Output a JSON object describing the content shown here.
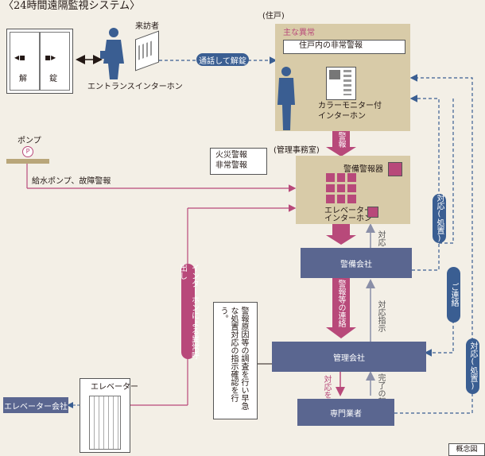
{
  "title": "〈24時間遠隔監視システム〉",
  "entrance": {
    "door_left": "解",
    "door_right": "錠",
    "visitor_label": "来訪者",
    "intercom_label": "エントランスインターホン",
    "call_pill": "通話して解錠"
  },
  "residence": {
    "label": "(住戸)",
    "main_alarm_label": "主な異常",
    "alarm_box": "住戸内の非常警報",
    "monitor_line1": "カラーモニター付",
    "monitor_line2": "インターホン"
  },
  "arrow_alarm": "警報",
  "management_room": {
    "label": "(管理事務室)",
    "callout_line1": "火災警報",
    "callout_line2": "非常警報",
    "security_alarm": "警備警報器",
    "elevator_line1": "エレベーター",
    "elevator_line2": "インターホン"
  },
  "pump": {
    "label": "ポンプ",
    "symbol": "P",
    "alarm": "給水ポンプ、故障警報"
  },
  "intercom_call_pill": "インターホンによる異常呼出し",
  "security_company": "警備会社",
  "response_small": "対応",
  "response_pill1": "対応(処置)",
  "contact_pill": "ご連絡",
  "response_pill2": "対応(処置)",
  "alarm_contact": "警報等の連絡",
  "response_instruction": "対応指示",
  "instruction_note": "警報原因等の調査を行い早急な処置対応の指示確認を行う。",
  "management_company": "管理会社",
  "instruct_response": "対応を指示",
  "completion_report": "完了の報告",
  "contractor": "専門業者",
  "elevator": "エレベーター",
  "elevator_company": "エレベーター会社",
  "concept_label": "概念図",
  "colors": {
    "tan": "#d8cba8",
    "navy": "#5a6690",
    "blue_pill": "#3a5e92",
    "magenta": "#b8497a",
    "dashed": "#3a5e92"
  }
}
